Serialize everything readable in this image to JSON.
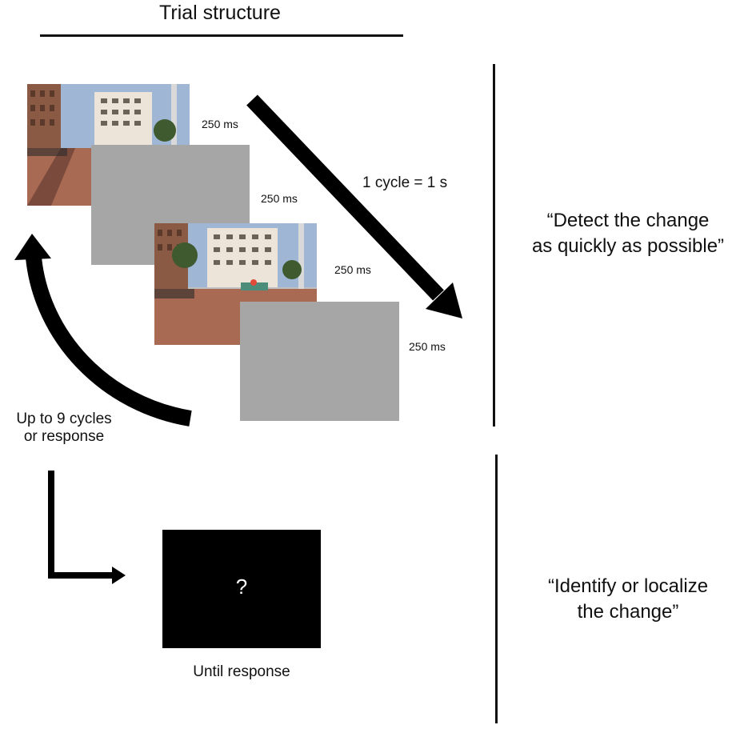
{
  "title": "Trial structure",
  "durations": {
    "scene1": "250 ms",
    "blank1": "250 ms",
    "scene2": "250 ms",
    "blank2": "250 ms"
  },
  "cycle_label": "1 cycle = 1 s",
  "loop_label": {
    "line1": "Up to 9 cycles",
    "line2": "or response"
  },
  "response_screen": {
    "symbol": "?",
    "caption": "Until response"
  },
  "instructions": {
    "detect_line1": "“Detect the change",
    "detect_line2": "as quickly as possible”",
    "identify_line1": "“Identify or localize",
    "identify_line2": "the change”"
  },
  "colors": {
    "blank": "#a6a6a6",
    "response_bg": "#000000",
    "arrow": "#000000"
  }
}
